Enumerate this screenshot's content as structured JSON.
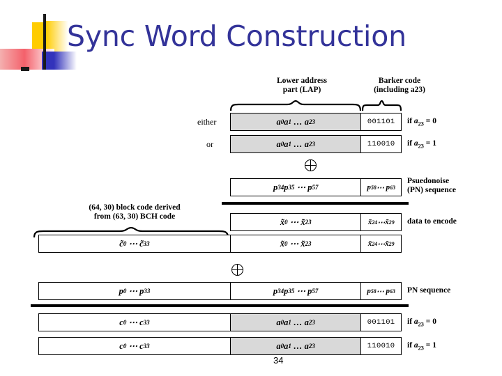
{
  "slide": {
    "title": "Sync Word Construction",
    "page_number": "34"
  },
  "diagram": {
    "captions": {
      "lap": "Lower address\npart (LAP)",
      "barker": "Barker code\n(including a23)",
      "block_code": "(64, 30) block code derived\nfrom (63, 30) BCH code"
    },
    "left_labels": {
      "either": "either",
      "or": "or"
    },
    "right_labels": {
      "cond_zero_top": "if a23 = 0",
      "cond_one_top": "if a23 = 1",
      "pn_sequence_multiline": "Psuedonoise\n(PN) sequence",
      "data_to_encode": "data to encode",
      "pn_sequence": "PN sequence",
      "cond_zero_bottom": "if a23 = 0",
      "cond_one_bottom": "if a23 = 1"
    },
    "operators": {
      "xor_top": "xor-circle",
      "xor_bottom": "xor-circle"
    },
    "rows": [
      {
        "id": "row-either",
        "cells": [
          {
            "text": "a0a1 ... a23",
            "shaded": true
          },
          {
            "text": "001101",
            "shaded": false,
            "mono": true
          }
        ]
      },
      {
        "id": "row-or",
        "cells": [
          {
            "text": "a0a1 ... a23",
            "shaded": true
          },
          {
            "text": "110010",
            "shaded": false,
            "mono": true
          }
        ]
      },
      {
        "id": "row-pn-upper",
        "cells": [
          {
            "text": "p34p35 ... p57",
            "shaded": false
          },
          {
            "text": "p58.. p63",
            "shaded": false
          }
        ]
      },
      {
        "id": "row-data-to-encode",
        "cells": [
          {
            "text": "x0 ... x23",
            "shaded": false
          },
          {
            "text": "x24.. x29",
            "shaded": false
          }
        ]
      },
      {
        "id": "row-encoded",
        "cells": [
          {
            "text": "c0 ... c33",
            "shaded": false
          },
          {
            "text": "x0 ... x23",
            "shaded": false
          },
          {
            "text": "x24.. x29",
            "shaded": false
          }
        ]
      },
      {
        "id": "row-pn-full",
        "cells": [
          {
            "text": "p0 ... p33",
            "shaded": false
          },
          {
            "text": "p34p35 ... p57",
            "shaded": false
          },
          {
            "text": "p58.. p63",
            "shaded": false
          }
        ]
      },
      {
        "id": "row-sync-zero",
        "cells": [
          {
            "text": "c0 ... c33",
            "shaded": false
          },
          {
            "text": "a0a1 ... a23",
            "shaded": true
          },
          {
            "text": "001101",
            "shaded": false,
            "mono": true
          }
        ]
      },
      {
        "id": "row-sync-one",
        "cells": [
          {
            "text": "c0 ... c33",
            "shaded": false
          },
          {
            "text": "a0a1 ... a23",
            "shaded": true
          },
          {
            "text": "110010",
            "shaded": false,
            "mono": true
          }
        ]
      }
    ]
  },
  "colors": {
    "title": "#333399",
    "shaded_cell": "#d9d9d9",
    "logo_yellow": "#FFCC00",
    "logo_red": "#F4616B",
    "logo_blue": "#3333BB",
    "line": "#000000"
  }
}
